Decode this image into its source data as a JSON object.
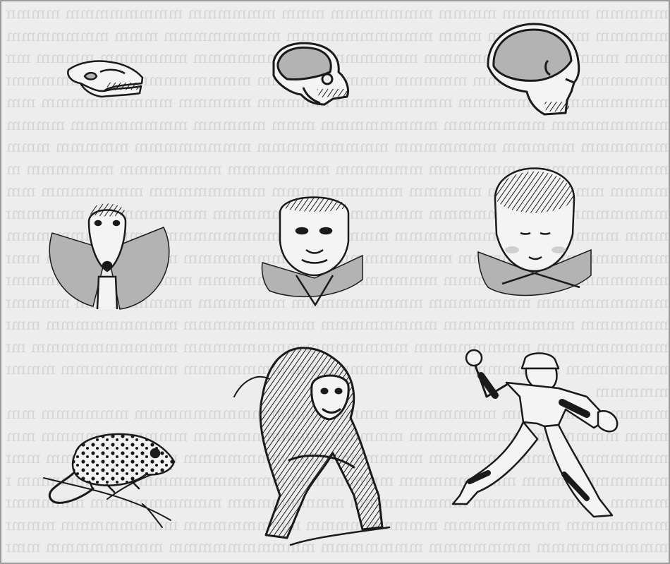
{
  "figure": {
    "background_color": "#ededed",
    "ink_color": "#1a1a1a",
    "shade_color": "#b3b3b3",
    "rows": [
      {
        "row": "skulls",
        "panels": [
          "primitive-mammal-skull-icon",
          "ape-skull-icon",
          "human-skull-icon"
        ]
      },
      {
        "row": "heads",
        "panels": [
          "opossum-head-icon",
          "chimpanzee-head-icon",
          "human-head-icon"
        ]
      },
      {
        "row": "full-bodies",
        "panels": [
          "opossum-on-branch-icon",
          "chimpanzee-knuckle-walking-icon",
          "baseball-pitcher-icon"
        ]
      }
    ]
  }
}
